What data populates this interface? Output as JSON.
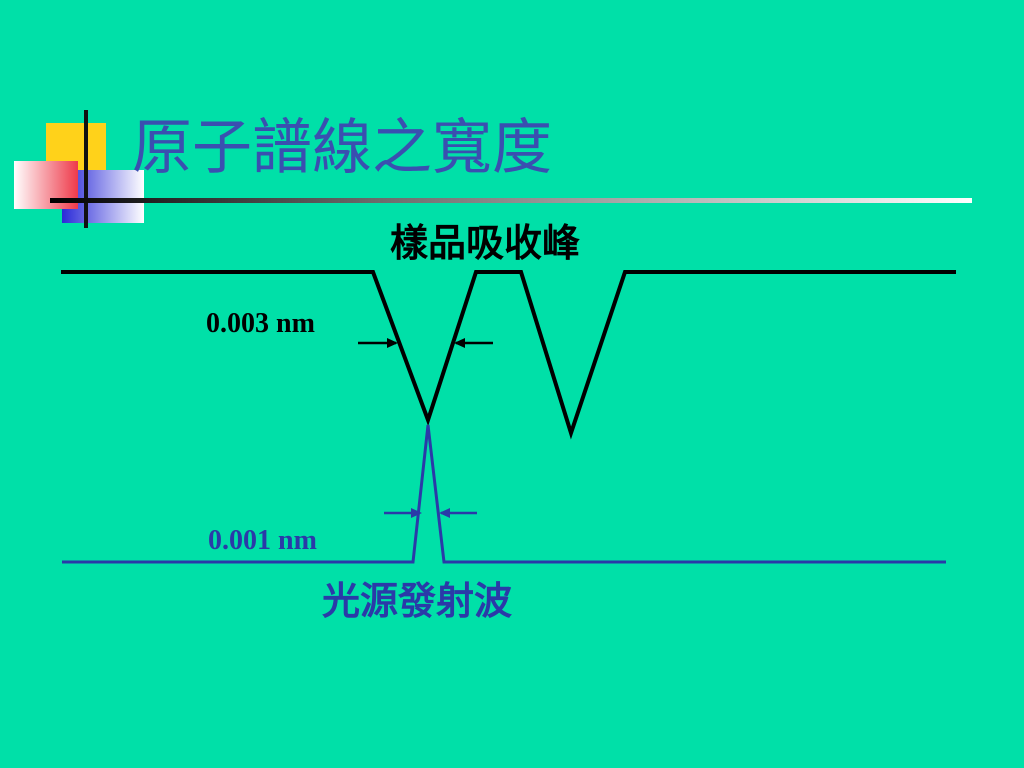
{
  "slide": {
    "title": "原子譜線之寬度",
    "background_color": "#00E0A8",
    "title_color": "#3A4FB0"
  },
  "diagram": {
    "sample_label": "樣品吸收峰",
    "source_label": "光源發射波",
    "sample_width_label": "0.003 nm",
    "source_width_label": "0.001 nm",
    "sample_color": "#000000",
    "source_color": "#2A3AA8"
  }
}
